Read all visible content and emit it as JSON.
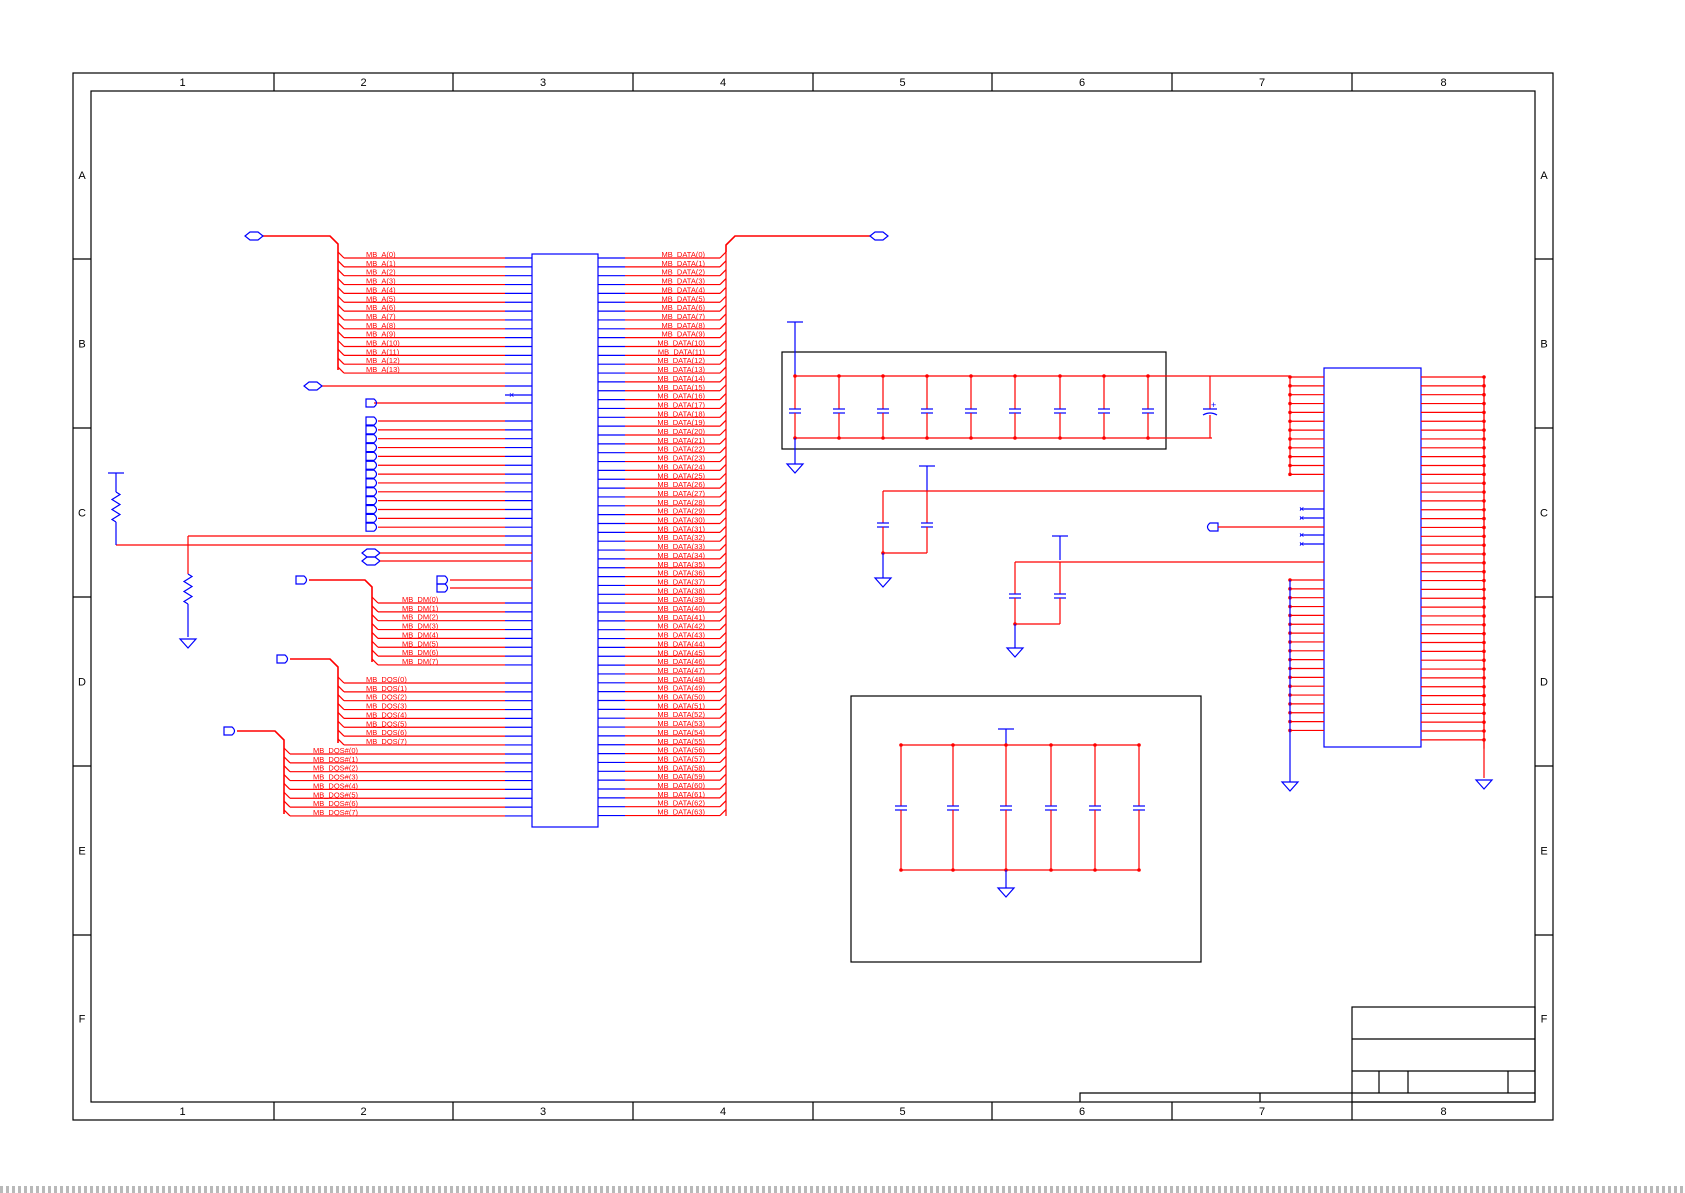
{
  "border": {
    "columns": [
      "1",
      "2",
      "3",
      "4",
      "5",
      "6",
      "7",
      "8"
    ],
    "rows": [
      "A",
      "B",
      "C",
      "D",
      "E",
      "F"
    ]
  },
  "colors": {
    "frame": "#000000",
    "wire": "#ff0000",
    "symbol": "#0000ff"
  },
  "nets": {
    "address": [
      "MB_A(0)",
      "MB_A(1)",
      "MB_A(2)",
      "MB_A(3)",
      "MB_A(4)",
      "MB_A(5)",
      "MB_A(6)",
      "MB_A(7)",
      "MB_A(8)",
      "MB_A(9)",
      "MB_A(10)",
      "MB_A(11)",
      "MB_A(12)",
      "MB_A(13)"
    ],
    "dm": [
      "MB_DM(0)",
      "MB_DM(1)",
      "MB_DM(2)",
      "MB_DM(3)",
      "MB_DM(4)",
      "MB_DM(5)",
      "MB_DM(6)",
      "MB_DM(7)"
    ],
    "dqs": [
      "MB_DQS(0)",
      "MB_DQS(1)",
      "MB_DQS(2)",
      "MB_DQS(3)",
      "MB_DQS(4)",
      "MB_DQS(5)",
      "MB_DQS(6)",
      "MB_DQS(7)"
    ],
    "dqs_n": [
      "MB_DQS#(0)",
      "MB_DQS#(1)",
      "MB_DQS#(2)",
      "MB_DQS#(3)",
      "MB_DQS#(4)",
      "MB_DQS#(5)",
      "MB_DQS#(6)",
      "MB_DQS#(7)"
    ],
    "data": [
      "MB_DATA(0)",
      "MB_DATA(1)",
      "MB_DATA(2)",
      "MB_DATA(3)",
      "MB_DATA(4)",
      "MB_DATA(5)",
      "MB_DATA(6)",
      "MB_DATA(7)",
      "MB_DATA(8)",
      "MB_DATA(9)",
      "MB_DATA(10)",
      "MB_DATA(11)",
      "MB_DATA(12)",
      "MB_DATA(13)",
      "MB_DATA(14)",
      "MB_DATA(15)",
      "MB_DATA(16)",
      "MB_DATA(17)",
      "MB_DATA(18)",
      "MB_DATA(19)",
      "MB_DATA(20)",
      "MB_DATA(21)",
      "MB_DATA(22)",
      "MB_DATA(23)",
      "MB_DATA(24)",
      "MB_DATA(25)",
      "MB_DATA(26)",
      "MB_DATA(27)",
      "MB_DATA(28)",
      "MB_DATA(29)",
      "MB_DATA(30)",
      "MB_DATA(31)",
      "MB_DATA(32)",
      "MB_DATA(33)",
      "MB_DATA(34)",
      "MB_DATA(35)",
      "MB_DATA(36)",
      "MB_DATA(37)",
      "MB_DATA(38)",
      "MB_DATA(39)",
      "MB_DATA(40)",
      "MB_DATA(41)",
      "MB_DATA(42)",
      "MB_DATA(43)",
      "MB_DATA(44)",
      "MB_DATA(45)",
      "MB_DATA(46)",
      "MB_DATA(47)",
      "MB_DATA(48)",
      "MB_DATA(49)",
      "MB_DATA(50)",
      "MB_DATA(51)",
      "MB_DATA(52)",
      "MB_DATA(53)",
      "MB_DATA(54)",
      "MB_DATA(55)",
      "MB_DATA(56)",
      "MB_DATA(57)",
      "MB_DATA(58)",
      "MB_DATA(59)",
      "MB_DATA(60)",
      "MB_DATA(61)",
      "MB_DATA(62)",
      "MB_DATA(63)"
    ]
  }
}
